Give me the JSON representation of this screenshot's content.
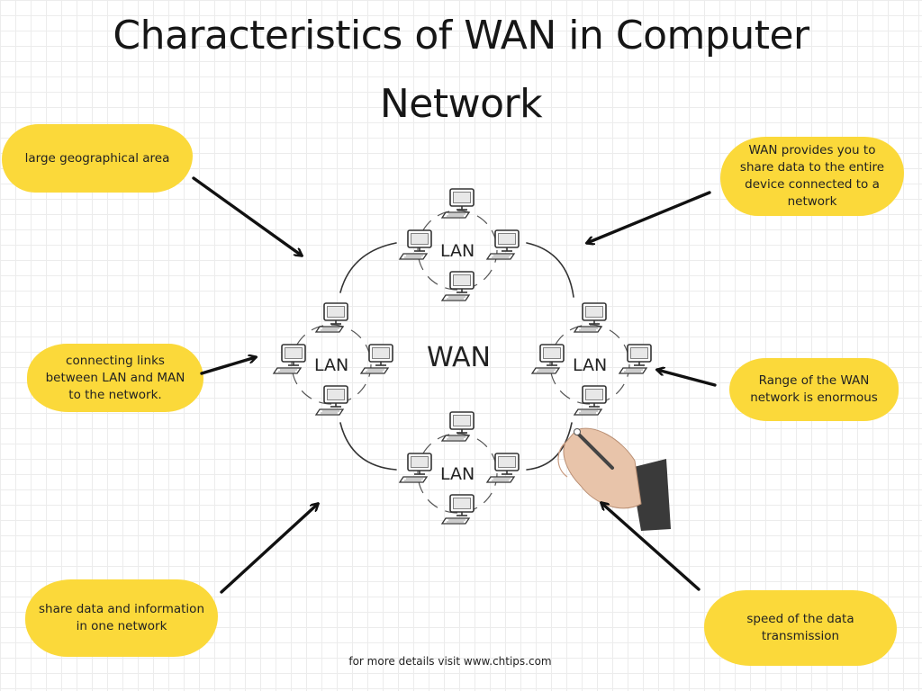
{
  "title": {
    "line1": "Characteristics of WAN in Computer",
    "line2": "Network"
  },
  "notes": {
    "top_left": "large geographical area",
    "top_right": "WAN provides you to share data to the entire device connected to a network",
    "middle_left": "connecting links between LAN and MAN to the network.",
    "middle_right": "Range of the WAN network is enormous",
    "bottom_left": "share data and information in one network",
    "bottom_right": "speed of the data transmission"
  },
  "diagram": {
    "center_label": "WAN",
    "nodes": [
      {
        "label": "LAN"
      },
      {
        "label": "LAN"
      },
      {
        "label": "LAN"
      },
      {
        "label": "LAN"
      }
    ]
  },
  "footer": "for more details visit www.chtips.com",
  "colors": {
    "note_fill": "#fbd93a",
    "ink": "#1a1a1a",
    "grid": "#ececec"
  },
  "icons": [
    "computer-icon",
    "arrow-icon",
    "hand-with-pen-image"
  ]
}
